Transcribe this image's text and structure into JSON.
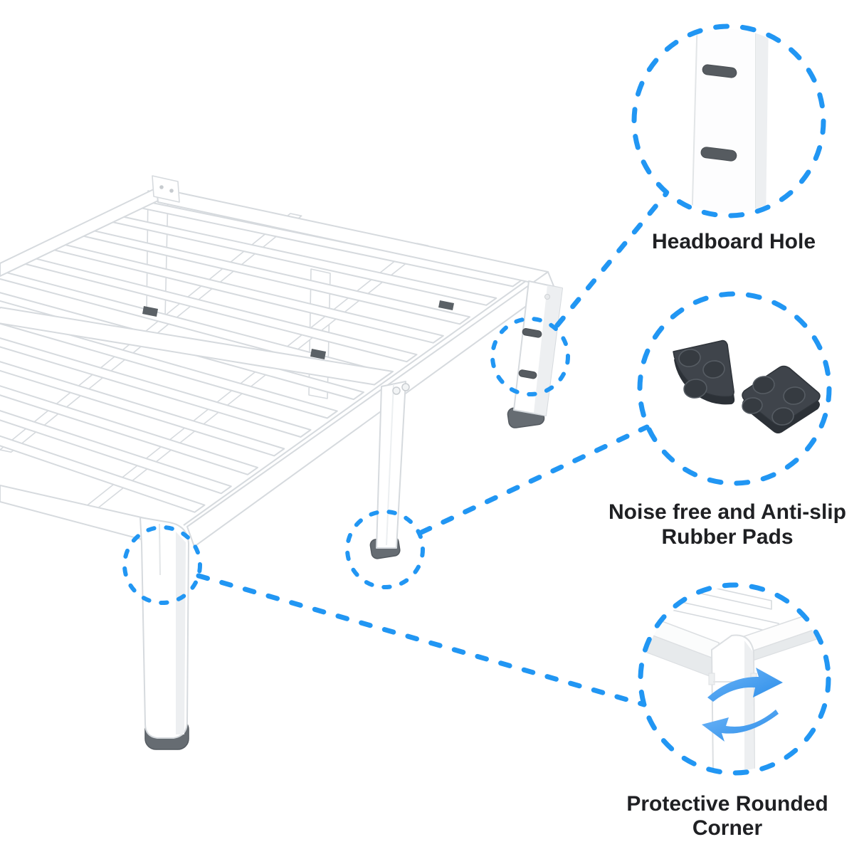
{
  "page": {
    "background": "#ffffff"
  },
  "colors": {
    "accent_blue": "#2196f3",
    "caption_text": "#1f2023",
    "frame_outline": "#d6dade",
    "rubber_pad_dark": "#3f444b",
    "leg_foot_gray": "#666c72"
  },
  "callouts": [
    {
      "id": "headboard-hole",
      "lines": [
        "Headboard Hole"
      ]
    },
    {
      "id": "rubber-pads",
      "lines": [
        "Noise free and Anti-slip",
        "Rubber Pads"
      ]
    },
    {
      "id": "protective-rounded-corner",
      "lines": [
        "Protective Rounded",
        "Corner"
      ]
    }
  ]
}
